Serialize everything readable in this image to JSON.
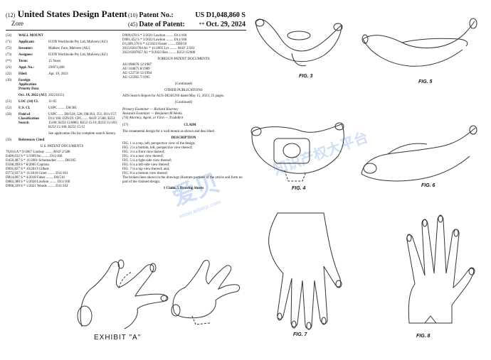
{
  "header": {
    "num12": "(12)",
    "title": "United States Design Patent",
    "num10": "(10)",
    "patent_no_label": "Patent No.:",
    "patent_no": "US D1,048,860 S",
    "inventor_surname": "Zore",
    "num45": "(45)",
    "date_label": "Date of Patent:",
    "date_star": "**",
    "date": "Oct. 29, 2024"
  },
  "left_fields": [
    {
      "code": "(54)",
      "label": "WALL MOUNT",
      "value": ""
    },
    {
      "code": "(71)",
      "label": "Applicant:",
      "value": "ICON Worldwide Pty Ltd, Malvern (AU)"
    },
    {
      "code": "(72)",
      "label": "Inventor:",
      "value": "Mathew Zore, Malvern (AU)"
    },
    {
      "code": "(73)",
      "label": "Assignee:",
      "value": "ICON Worldwide Pty Ltd, Malvern (AU)"
    },
    {
      "code": "(**)",
      "label": "Term:",
      "value": "15 Years"
    },
    {
      "code": "(21)",
      "label": "Appl. No.:",
      "value": "29/874,400"
    },
    {
      "code": "(22)",
      "label": "Filed:",
      "value": "Apr. 19, 2023"
    },
    {
      "code": "(30)",
      "label": "Foreign Application Priority Data",
      "value": ""
    },
    {
      "code": "",
      "label": "Oct. 19, 2022 (AU)",
      "value": "202216151"
    },
    {
      "code": "(51)",
      "label": "LOC (14) Cl.",
      "value": "11-05"
    },
    {
      "code": "(52)",
      "label": "U.S. Cl.",
      "value": "USPC ........ D8/381"
    },
    {
      "code": "(58)",
      "label": "Field of Classification Search",
      "value": "USPC ...... D6/518, 528; D8/363, 351; D11/157, D11/160; D29/29. CPC ...... A61F 2/588; B25J 15/00; B25J 15/0085; B25J 15/10; B25J 15/103; B25J 15/106; B25J 15/12"
    },
    {
      "code": "",
      "label": "",
      "value": "See application file for complete search history."
    },
    {
      "code": "(56)",
      "label": "References Cited",
      "value": ""
    }
  ],
  "us_docs_heading": "U.S. PATENT DOCUMENTS",
  "us_refs": [
    "70,814 A * 9/1867 Lindsay ........ A61F 2/588",
    "D409,632 S * 5/1999 Ito ........ D11/160",
    "D450,487 S * 11/2001 Schumacher ........ D8/395",
    "D508,499 S * 8/2005 Caprista",
    "D691,827 S * 10/2013 Gilbert",
    "D772,937 S * 11/2016 Greer ........ D11/161",
    "D814,807 S * 4/2018 Faber ........ D6/516",
    "D883,380 S * 5/2020 Lawhon ........ D11/160",
    "D908,329 S * 1/2021 Woods ........ D11/162"
  ],
  "mid_refs": [
    "D909,678 S * 2/2021 Lawhon ........ D11/160",
    "D981,452 S * 3/2022 Lawhon ........ D11/160",
    "D1,009,378 S * 12/2023 Foster ........ D28/10",
    "2015/0261784 A1 * 11/2005 Lyt ........ A61F 2/583",
    "2022/0287857 A1 * 9/2022 Rex ........ B25J 15/008"
  ],
  "foreign_heading": "FOREIGN PATENT DOCUMENTS",
  "foreign_refs": [
    "AU 098078 12/1987",
    "AU 104875 8/1989",
    "AU 122750 12/1994",
    "AU 125965 7/1995"
  ],
  "continued_1": "(Continued)",
  "other_pubs_heading": "OTHER PUBLICATIONS",
  "other_pubs": "ADS Search Report for AUS-DESIGNS dated May 15, 2023, 25 pages.",
  "continued_2": "(Continued)",
  "examiner": "Primary Examiner — Richard Kearney",
  "asst_examiner": "Assistant Examiner — Benjamin M Weeks",
  "attorney": "(74) Attorney, Agent, or Firm — TradeBrit",
  "claim_code": "(57)",
  "claim_heading": "CLAIM",
  "claim_text": "The ornamental design for a wall mount as shown and described.",
  "desc_heading": "DESCRIPTION",
  "desc_lines": [
    "FIG. 1 is a top, left, perspective view of the design;",
    "FIG. 2 is a bottom, left, perspective view thereof;",
    "FIG. 3 is a front view thereof;",
    "FIG. 4 is a rear view thereof;",
    "FIG. 5 is a right-side view thereof;",
    "FIG. 6 is a left-side view thereof;",
    "FIG. 7 is a top view thereof; and,",
    "FIG. 8 is a bottom view thereof.",
    "The broken lines shown in the drawings illustrate portions of the article and form no part of the claimed design."
  ],
  "claims_footer": "1 Claim, 5 Drawing Sheets",
  "exhibit": "EXHIBIT \"A\"",
  "figures": {
    "fig3": "FIG. 3",
    "fig4": "FIG. 4",
    "fig5": "FIG. 5",
    "fig6": "FIG. 6",
    "fig7": "FIG. 7",
    "fig8": "FIG. 8"
  },
  "watermark": {
    "main": "爱贝",
    "side": "知识产权大平台",
    "url": "www.aibeip.com",
    "color": "#2f74d0"
  }
}
